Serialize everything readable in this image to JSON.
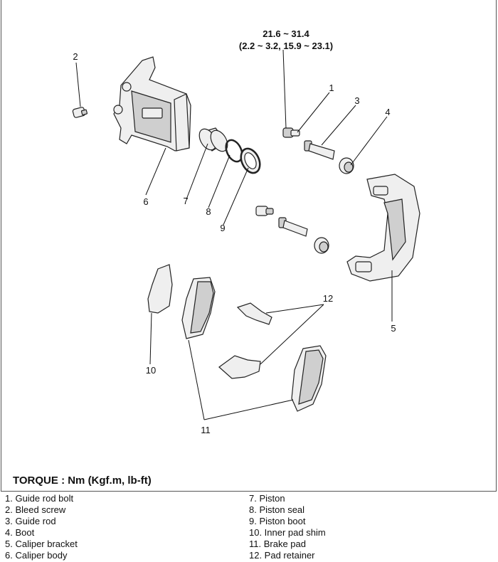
{
  "torque": {
    "value_nm": "21.6 ~ 31.4",
    "value_alt": "(2.2 ~ 3.2, 15.9 ~ 23.1)",
    "label": "TORQUE : Nm (Kgf.m, lb-ft)"
  },
  "callouts": [
    "1",
    "2",
    "3",
    "4",
    "5",
    "6",
    "7",
    "8",
    "9",
    "10",
    "11",
    "12"
  ],
  "legend": {
    "left": [
      "1. Guide rod bolt",
      "2. Bleed screw",
      "3. Guide rod",
      "4. Boot",
      "5. Caliper bracket",
      "6. Caliper body"
    ],
    "right": [
      "7. Piston",
      "8. Piston seal",
      "9. Piston boot",
      "10. Inner pad shim",
      "11. Brake pad",
      "12. Pad retainer"
    ]
  }
}
